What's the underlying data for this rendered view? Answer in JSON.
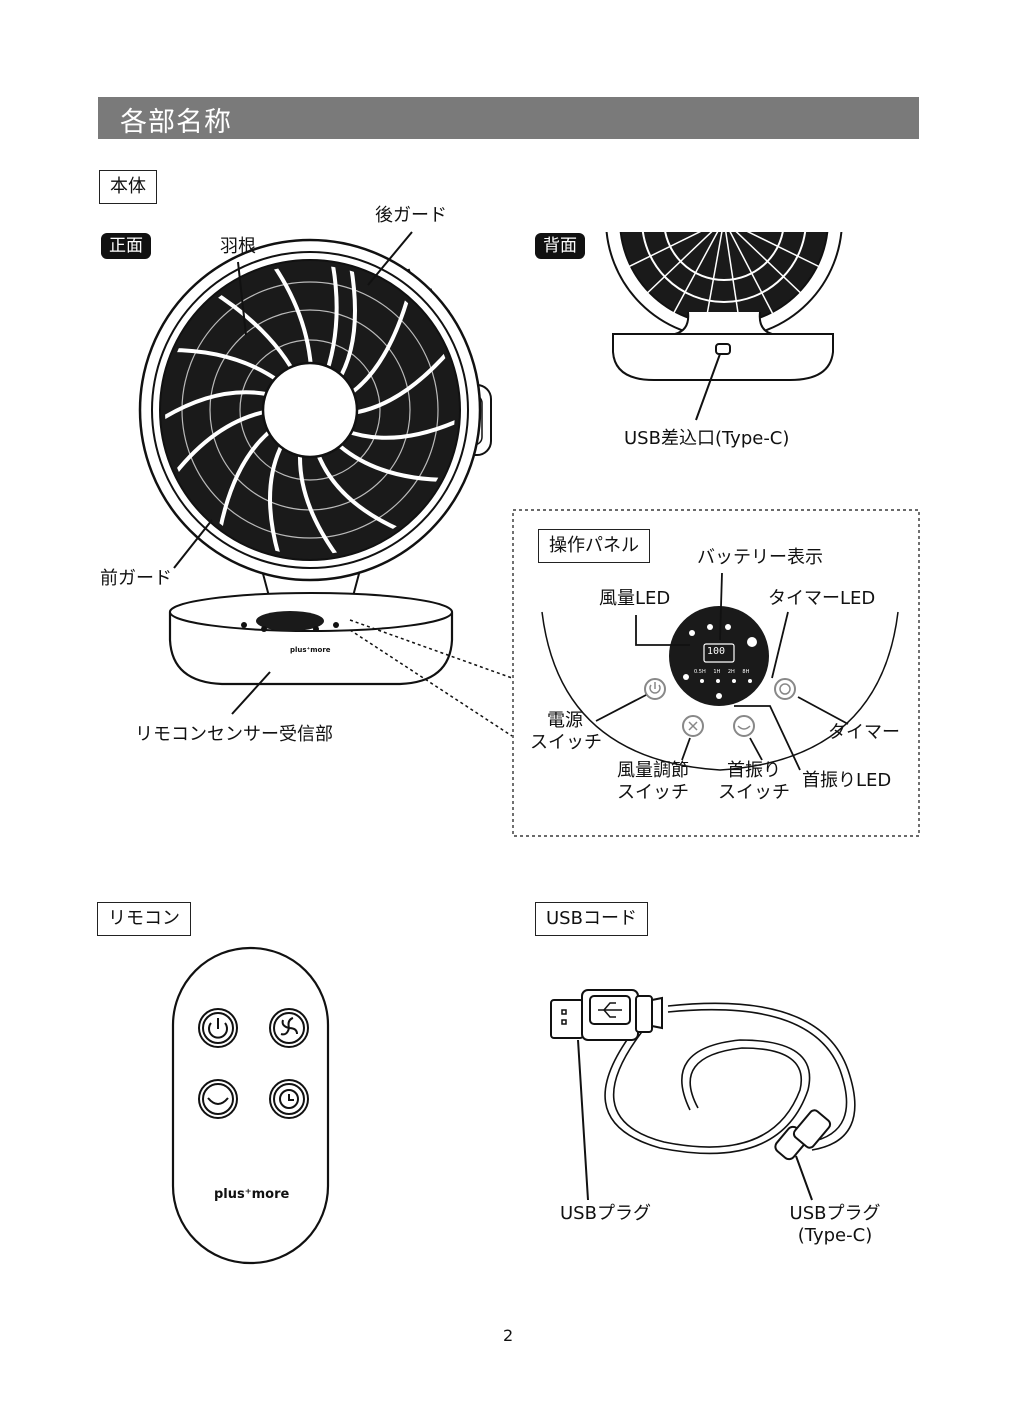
{
  "page_title": "各部名称",
  "sections": {
    "body": "本体",
    "remote": "リモコン",
    "usb_cord": "USBコード",
    "panel": "操作パネル"
  },
  "views": {
    "front": "正面",
    "back": "背面"
  },
  "labels": {
    "rear_guard": "後ガード",
    "blade": "羽根",
    "front_guard": "前ガード",
    "remote_sensor": "リモコンセンサー受信部",
    "usb_port": "USB差込口(Type-C)",
    "battery_display": "バッテリー表示",
    "wind_led": "風量LED",
    "timer_led": "タイマーLED",
    "power_switch_1": "電源",
    "power_switch_2": "スイッチ",
    "timer": "タイマー",
    "wind_switch_1": "風量調節",
    "wind_switch_2": "スイッチ",
    "swing_switch_1": "首振り",
    "swing_switch_2": "スイッチ",
    "swing_led": "首振りLED",
    "usb_plug": "USBプラグ",
    "usb_plug_c_1": "USBプラグ",
    "usb_plug_c_2": "(Type-C)"
  },
  "panel_display": {
    "battery": "100",
    "timer_marks": [
      "0.5H",
      "1H",
      "2H",
      "8H"
    ]
  },
  "brand": {
    "fan_base": "plus⁺more",
    "remote": "plus⁺more"
  },
  "page_number": "2"
}
